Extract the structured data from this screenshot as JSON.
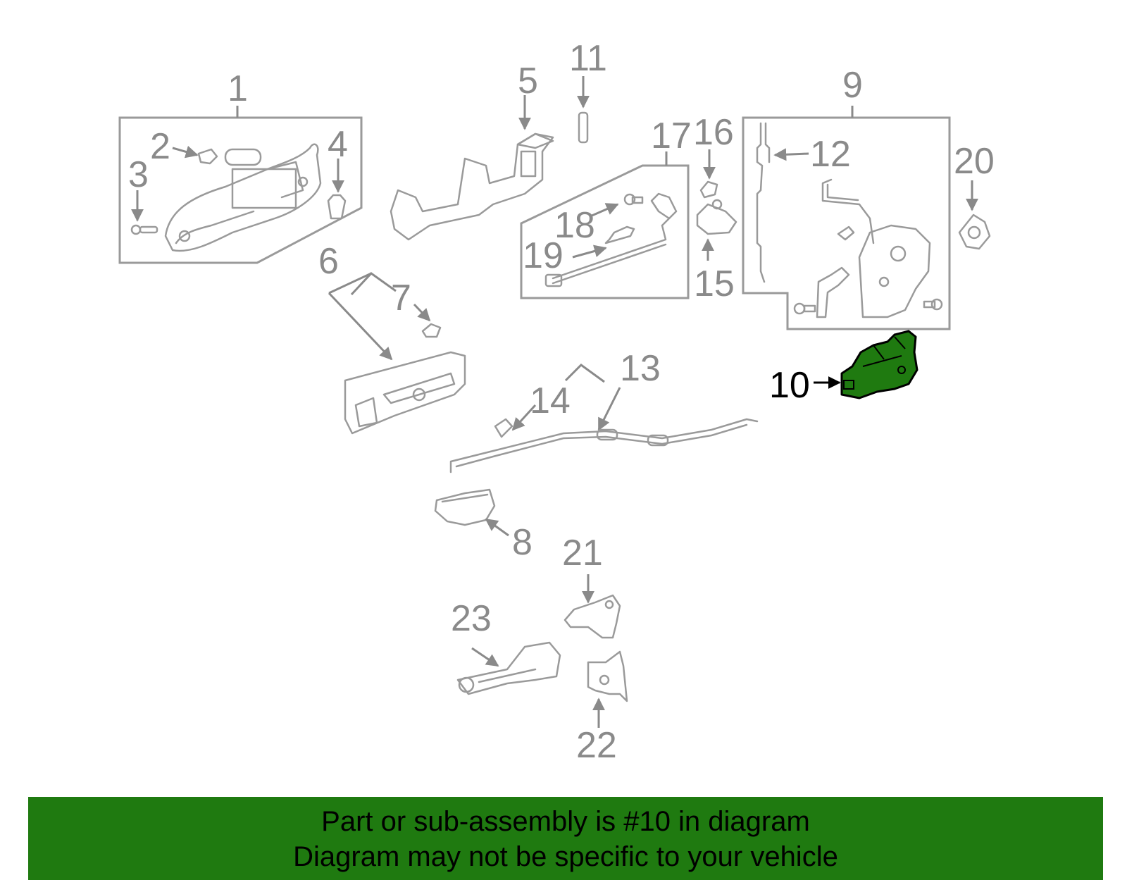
{
  "callouts": {
    "c1": "1",
    "c2": "2",
    "c3": "3",
    "c4": "4",
    "c5": "5",
    "c6": "6",
    "c7": "7",
    "c8": "8",
    "c9": "9",
    "c10": "10",
    "c11": "11",
    "c12": "12",
    "c13": "13",
    "c14": "14",
    "c15": "15",
    "c16": "16",
    "c17": "17",
    "c18": "18",
    "c19": "19",
    "c20": "20",
    "c21": "21",
    "c22": "22",
    "c23": "23"
  },
  "highlight": {
    "part_number": "10",
    "color": "#1f7a10"
  },
  "colors": {
    "part_line": "#9a9a9a",
    "label": "#8a8a8a",
    "highlight_fill": "#1f7a10",
    "banner": "#1f7a10"
  },
  "footer": {
    "line1": "Part or sub-assembly is #10 in diagram",
    "line2": "Diagram may not be specific to your vehicle"
  }
}
